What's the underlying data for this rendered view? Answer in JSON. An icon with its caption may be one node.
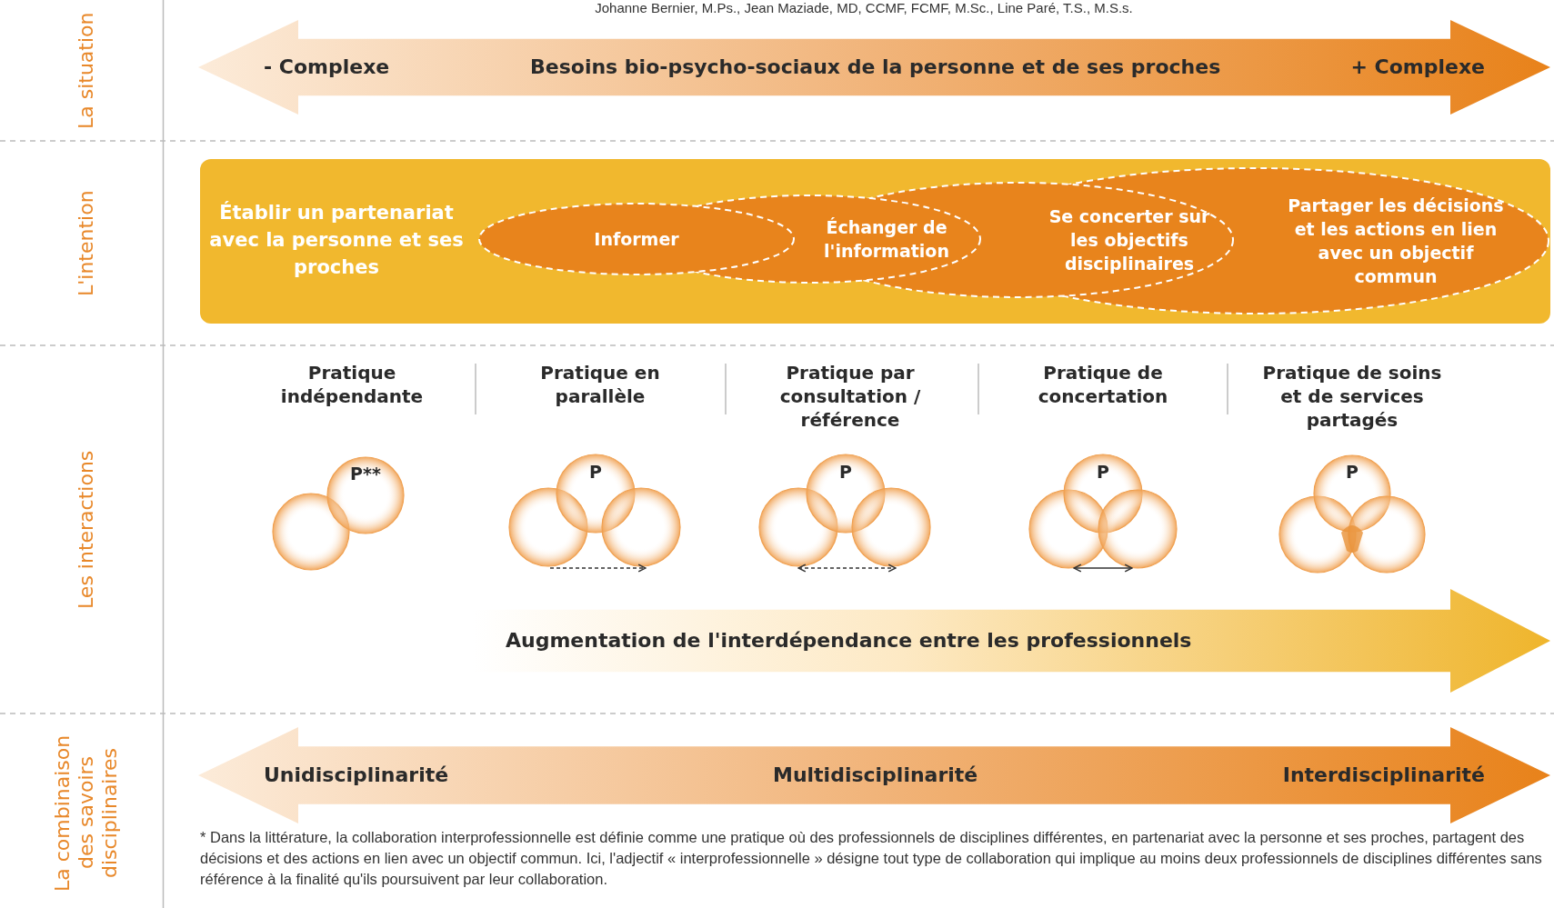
{
  "diagram": {
    "nodes": [
      {
        "text": [
          "- Complexe",
          "Besoins bio-psycho-sociaux de la personne et de ses proches",
          "+ Complexe"
        ]
      },
      {
        "text": [
          "Établir un partenariat avec la personne et ses proches"
        ]
      },
      {
        "text": [
          "Informer"
        ],
        "in": 1
      },
      {
        "text": [
          "Échanger de l'information"
        ],
        "in": 1
      },
      {
        "text": [
          "Se concerter sur les objectifs disciplinaires"
        ],
        "in": 1
      },
      {
        "text": [
          "Partager les décisions et les actions en lien avec un objectif commun"
        ],
        "in": 1
      },
      {
        "text": [
          "Augmentation de l'interdépendance entre les professionnels"
        ]
      },
      {
        "text": [
          "Unidisciplinarité",
          "Multidisciplinarité",
          "Interdisciplinarité"
        ]
      }
    ],
    "edges": [],
    "labels": [
      "Johanne Bernier, M.Ps., Jean Maziade, MD, CCMF, FCMF, M.Sc., Line Paré, T.S., M.S.s.",
      "La situation",
      "L'intention",
      "Les interactions",
      "Pratique indépendante",
      "Pratique en parallèle",
      "Pratique par consultation / référence",
      "Pratique de concertation",
      "Pratique de soins et de services partagés",
      "P**",
      "P",
      "P",
      "P",
      "P",
      "La combinaison des savoirs disciplinaires",
      "* Dans la littérature, la collaboration interprofessionnelle est définie comme une pratique où des professionnels de disciplines différentes, en partenariat avec la personne et ses proches, partagent des décisions et des actions en lien avec un objectif commun. Ici, l'adjectif « interprofessionnelle » désigne tout type de collaboration qui implique au moins deux professionnels de disciplines différentes sans référence à la finalité qu'ils poursuivent par leur collaboration."
    ]
  }
}
